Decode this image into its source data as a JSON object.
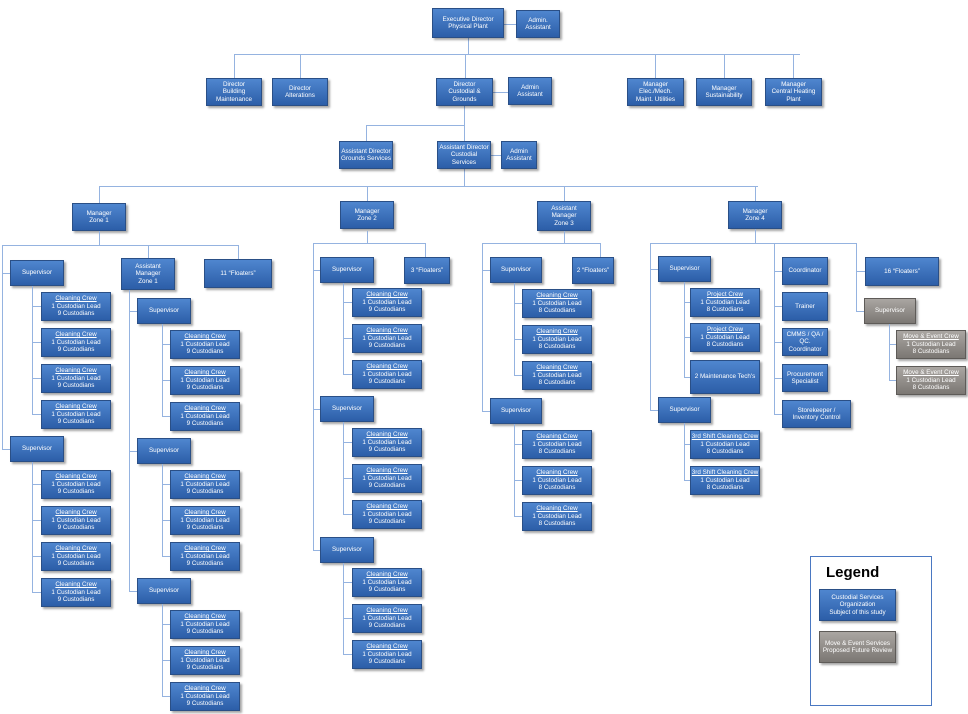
{
  "colors": {
    "box": "#3a6fbb",
    "gray": "#8e8a86",
    "line": "#95b3e0"
  },
  "nodes": {
    "exec": "Executive Director\nPhysical Plant",
    "exec_admin": "Admin.\nAssistant",
    "dir_bm": "Director\nBuilding\nMaintenance",
    "dir_alt": "Director\nAlterations",
    "dir_cg": "Director\nCustodial &\nGrounds",
    "dir_cg_admin": "Admin\nAssistant",
    "mgr_elec": "Manager\nElec./Mech.\nMaint. Utilities",
    "mgr_sus": "Manager\nSustainability",
    "mgr_chp": "Manager\nCentral Heating\nPlant",
    "ad_grounds": "Assistant Director\nGrounds Services",
    "ad_cust": "Assistant Director\nCustodial\nServices",
    "ad_cust_admin": "Admin\nAssistant",
    "z1": "Manager\nZone 1",
    "z2": "Manager\nZone 2",
    "z3": "Assistant\nManager\nZone 3",
    "z4": "Manager\nZone 4",
    "z1_sup1": "Supervisor",
    "z1_sup2": "Supervisor",
    "z1_am": "Assistant\nManager\nZone 1",
    "z1_fl": "11 “Floaters”",
    "z1_sup3": "Supervisor",
    "z1_sup4": "Supervisor",
    "z1_sup5": "Supervisor",
    "z2_sup1": "Supervisor",
    "z2_sup2": "Supervisor",
    "z2_sup3": "Supervisor",
    "z2_fl": "3 “Floaters”",
    "z3_sup1": "Supervisor",
    "z3_sup2": "Supervisor",
    "z3_fl": "2 “Floaters”",
    "z4_sup1": "Supervisor",
    "z4_sup2": "Supervisor",
    "z4_maint": "2 Maintenance Tech's",
    "z4_coord": "Coordinator",
    "z4_trainer": "Trainer",
    "z4_cmms": "CMMS / QA / QC.\nCoordinator",
    "z4_proc": "Procurement\nSpecialist",
    "z4_store": "Storekeeper /\nInventory Control",
    "z4_fl": "16 “Floaters”",
    "z4_gsup": "Supervisor"
  },
  "crew9": {
    "title": "Cleaning Crew",
    "lead": "1 Custodian Lead",
    "count": "9 Custodians"
  },
  "crew8": {
    "title": "Cleaning Crew",
    "lead": "1 Custodian Lead",
    "count": "8 Custodians"
  },
  "project": {
    "title": "Project Crew",
    "lead": "1 Custodian Lead",
    "count": "8 Custodians"
  },
  "shift3": {
    "title": "3rd Shift Cleaning Crew",
    "lead": "1 Custodian Lead",
    "count": "8 Custodians"
  },
  "move": {
    "title": "Move & Event Crew",
    "lead": "1 Custodian Lead",
    "count": "8 Custodians"
  },
  "legend": {
    "title": "Legend",
    "blue": "Custodial Services\nOrganization\nSubject of this study",
    "gray": "Move & Event Services\nProposed Future Review"
  }
}
